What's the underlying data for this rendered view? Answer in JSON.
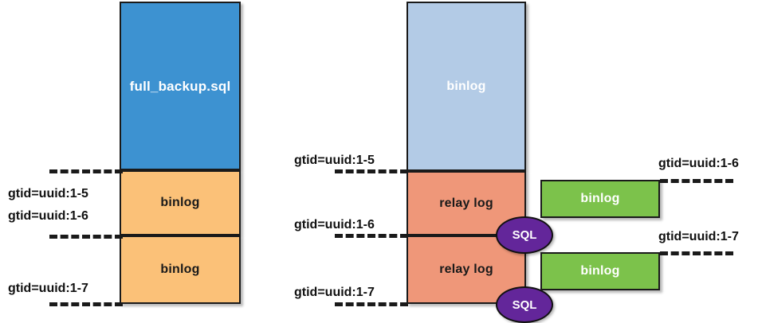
{
  "diagram": {
    "title": "MySQL GTID backup / binlog / relay log recovery diagram",
    "colors": {
      "full_backup": "#3d92d1",
      "binlog_orange": "#fbc178",
      "binlog_lightblue": "#b3cbe6",
      "relay_log": "#ef9779",
      "binlog_green": "#7cc24b",
      "sql_oval": "#63269a",
      "outline": "#1a1a1a",
      "background": "#ffffff"
    }
  },
  "source_stack": {
    "name": "source-stack",
    "blocks": [
      {
        "label": "full_backup.sql",
        "color": "full_backup"
      },
      {
        "label": "binlog",
        "color": "binlog_orange"
      },
      {
        "label": "binlog",
        "color": "binlog_orange"
      }
    ],
    "markers": [
      {
        "label": "gtid=uuid:1-5"
      },
      {
        "label": "gtid=uuid:1-6"
      },
      {
        "label": "gtid=uuid:1-7"
      }
    ]
  },
  "replica_stack": {
    "name": "replica-stack",
    "blocks": [
      {
        "label": "binlog",
        "color": "binlog_lightblue"
      },
      {
        "label": "relay log",
        "color": "relay_log"
      },
      {
        "label": "relay log",
        "color": "relay_log"
      }
    ],
    "markers": [
      {
        "label": "gtid=uuid:1-5"
      },
      {
        "label": "gtid=uuid:1-6"
      },
      {
        "label": "gtid=uuid:1-7"
      }
    ],
    "threads": [
      {
        "label": "SQL"
      },
      {
        "label": "SQL"
      }
    ]
  },
  "output_stack": {
    "name": "output-binlogs",
    "blocks": [
      {
        "label": "binlog",
        "color": "binlog_green"
      },
      {
        "label": "binlog",
        "color": "binlog_green"
      }
    ],
    "markers": [
      {
        "label": "gtid=uuid:1-6"
      },
      {
        "label": "gtid=uuid:1-7"
      }
    ]
  }
}
